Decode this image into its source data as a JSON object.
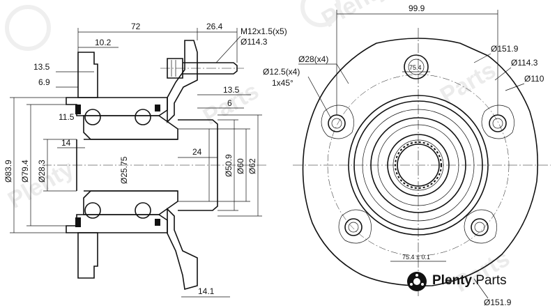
{
  "watermark": "Plenty Parts",
  "brand": {
    "name": "Plenty",
    "suffix": "Parts"
  },
  "side_view": {
    "dims": {
      "total_length": "72",
      "flange_width": "26.4",
      "bolt_thread": "M12x1.5(x5)",
      "bolt_pcd": "Ø114.3",
      "pilot_step": "10.2",
      "d13_5_top": "13.5",
      "d6_9": "6.9",
      "d13_5_right": "13.5",
      "d6": "6",
      "d11_5": "11.5",
      "d14": "14",
      "d24": "24",
      "d14_1": "14.1",
      "od83_9": "Ø83.9",
      "od79_4": "Ø79.4",
      "od28_3": "Ø28.3",
      "bore25_75": "Ø25.75",
      "od50_9": "Ø50.9",
      "od60": "Ø60",
      "od62": "Ø62"
    }
  },
  "front_view": {
    "dims": {
      "width": "99.9",
      "holes_28": "Ø28(x4)",
      "holes_12_5": "Ø12.5(x4)",
      "chamfer": "1x45°",
      "d151_9_top": "Ø151.9",
      "d114_3": "Ø114.3",
      "d110": "Ø110",
      "d75_4": "75.4",
      "d75_4_tol": "75.4 ± 0.1",
      "d151_9_bottom": "Ø151.9"
    }
  }
}
